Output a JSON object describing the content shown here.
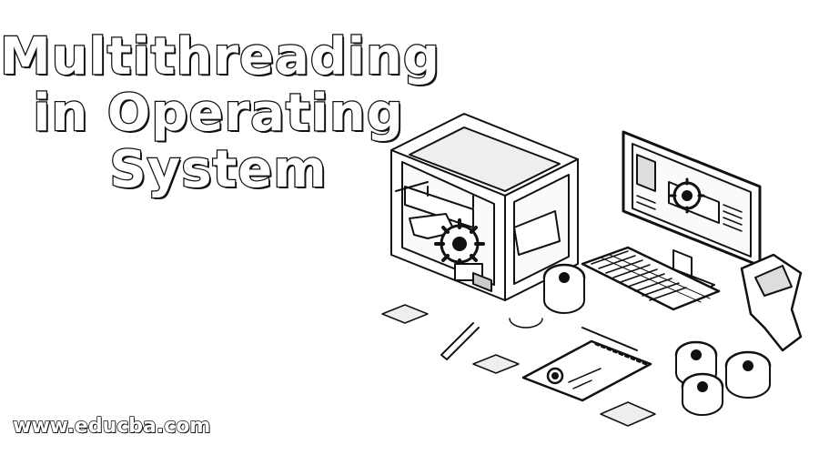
{
  "title": {
    "line1": "Multithreading",
    "line2": "in Operating",
    "line3": "System"
  },
  "website": "www.educba.com",
  "colors": {
    "ink": "#111111",
    "background": "#ffffff",
    "shade": "#cccccc"
  },
  "illustration": {
    "items": [
      "3d-printer",
      "computer-monitor",
      "keyboard",
      "filament-spools",
      "gear-icon",
      "pen",
      "notebook",
      "extruder-tool"
    ]
  }
}
